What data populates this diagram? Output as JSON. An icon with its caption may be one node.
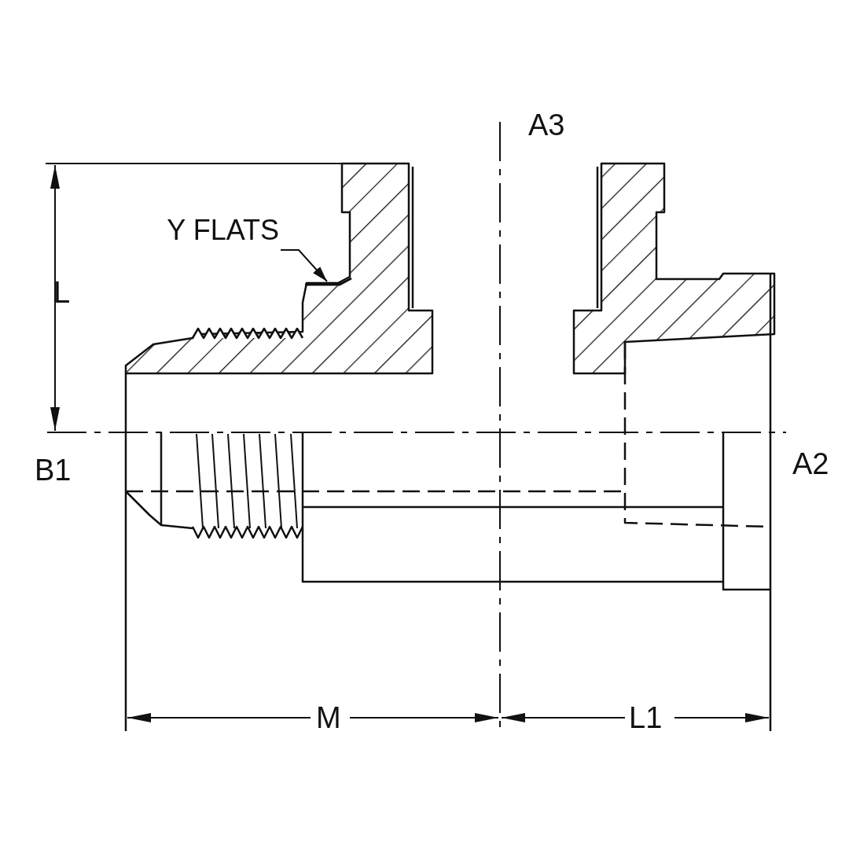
{
  "diagram": {
    "nodes": [
      {
        "text": [
          "Y FLATS"
        ]
      },
      {
        "text": [],
        "shape": "picture"
      }
    ],
    "edges": [
      {
        "from": 0,
        "to": 1,
        "arrow": "to"
      }
    ],
    "labels": [
      "A3",
      "L",
      "B1",
      "A2",
      "M",
      "L1"
    ]
  }
}
